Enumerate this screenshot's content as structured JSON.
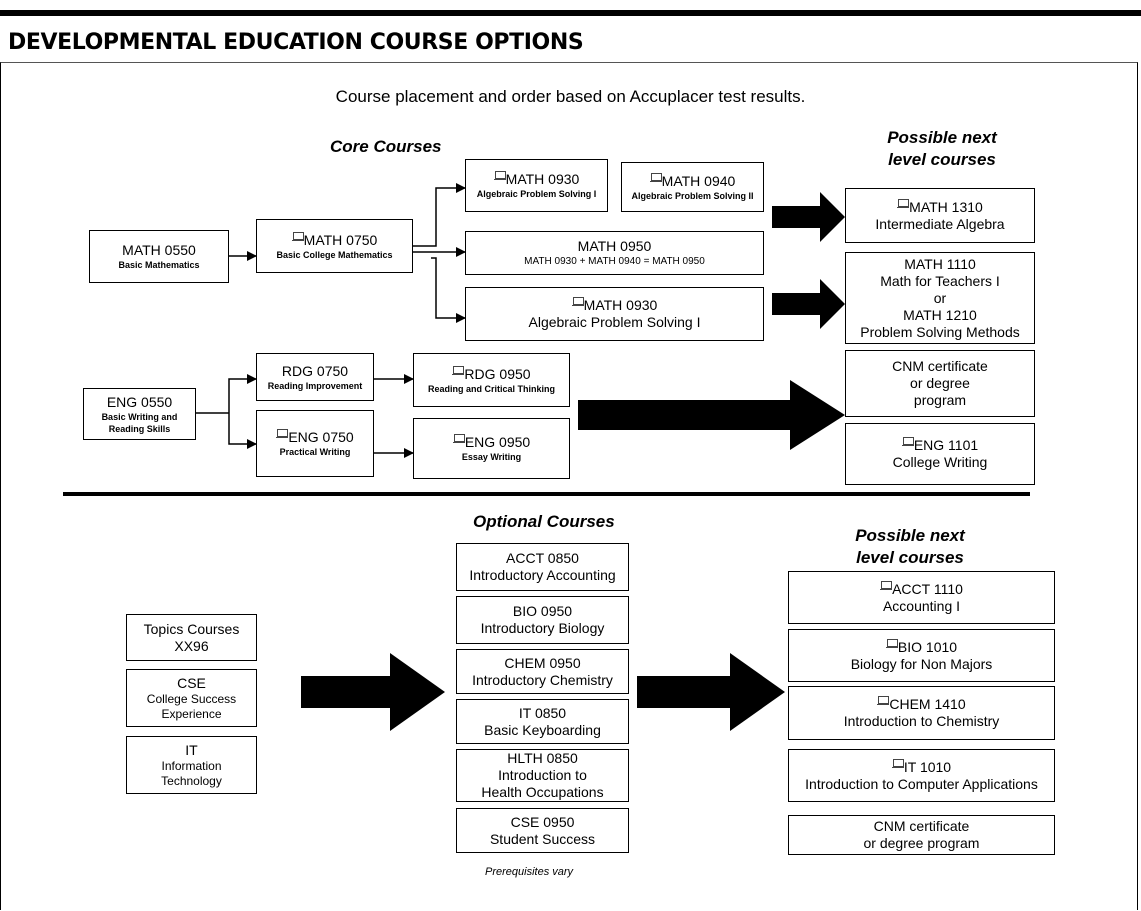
{
  "title": "DEVELOPMENTAL EDUCATION COURSE OPTIONS",
  "subtitle": "Course placement and order based on Accuplacer test results.",
  "headers": {
    "core": "Core Courses",
    "next_top": [
      "Possible next",
      "level courses"
    ],
    "optional": "Optional Courses",
    "next_bottom": [
      "Possible next",
      "level courses"
    ]
  },
  "core": {
    "math0550": {
      "code": "MATH 0550",
      "name": "Basic Mathematics"
    },
    "math0750": {
      "code": "MATH 0750",
      "name": "Basic College Mathematics"
    },
    "math0930a": {
      "code": "MATH 0930",
      "name": "Algebraic Problem Solving I"
    },
    "math0940": {
      "code": "MATH 0940",
      "name": "Algebraic Problem Solving II"
    },
    "math0950": {
      "code": "MATH 0950",
      "name": "MATH 0930 + MATH 0940 = MATH 0950"
    },
    "math0930b": {
      "code": "MATH 0930",
      "name": "Algebraic Problem Solving I"
    },
    "eng0550": {
      "code": "ENG 0550",
      "name1": "Basic Writing and",
      "name2": "Reading Skills"
    },
    "rdg0750": {
      "code": "RDG 0750",
      "name": "Reading Improvement"
    },
    "eng0750": {
      "code": "ENG 0750",
      "name": "Practical Writing"
    },
    "rdg0950": {
      "code": "RDG 0950",
      "name": "Reading and Critical Thinking"
    },
    "eng0950": {
      "code": "ENG 0950",
      "name": "Essay Writing"
    }
  },
  "next_top": {
    "math1310": {
      "code": "MATH 1310",
      "name": "Intermediate Algebra"
    },
    "math1110": {
      "l1": "MATH 1110",
      "l2": "Math for Teachers I",
      "l3": "or",
      "l4": "MATH 1210",
      "l5": "Problem Solving Methods"
    },
    "cnm": {
      "l1": "CNM certificate",
      "l2": "or degree",
      "l3": "program"
    },
    "eng1101": {
      "code": "ENG 1101",
      "name": "College Writing"
    }
  },
  "left_bottom": {
    "topics": {
      "l1": "Topics Courses",
      "l2": "XX96"
    },
    "cse": {
      "l1": "CSE",
      "l2": "College Success",
      "l3": "Experience"
    },
    "it": {
      "l1": "IT",
      "l2": "Information",
      "l3": "Technology"
    }
  },
  "optional": [
    {
      "l1": "ACCT 0850",
      "l2": "Introductory Accounting"
    },
    {
      "l1": "BIO 0950",
      "l2": "Introductory Biology"
    },
    {
      "l1": "CHEM 0950",
      "l2": "Introductory Chemistry"
    },
    {
      "l1": "IT 0850",
      "l2": "Basic Keyboarding"
    },
    {
      "l1": "HLTH 0850",
      "l2": "Introduction to",
      "l3": "Health Occupations"
    },
    {
      "l1": "CSE 0950",
      "l2": "Student Success"
    }
  ],
  "next_bottom": [
    {
      "code": "ACCT 1110",
      "name": "Accounting I"
    },
    {
      "code": "BIO 1010",
      "name": "Biology for Non Majors"
    },
    {
      "code": "CHEM 1410",
      "name": "Introduction to Chemistry"
    },
    {
      "code": "IT 1010",
      "name": "Introduction to Computer Applications"
    },
    {
      "l1": "CNM certificate",
      "l2": "or degree program"
    }
  ],
  "note": "Prerequisites vary",
  "icons": [
    "computer-icon"
  ]
}
